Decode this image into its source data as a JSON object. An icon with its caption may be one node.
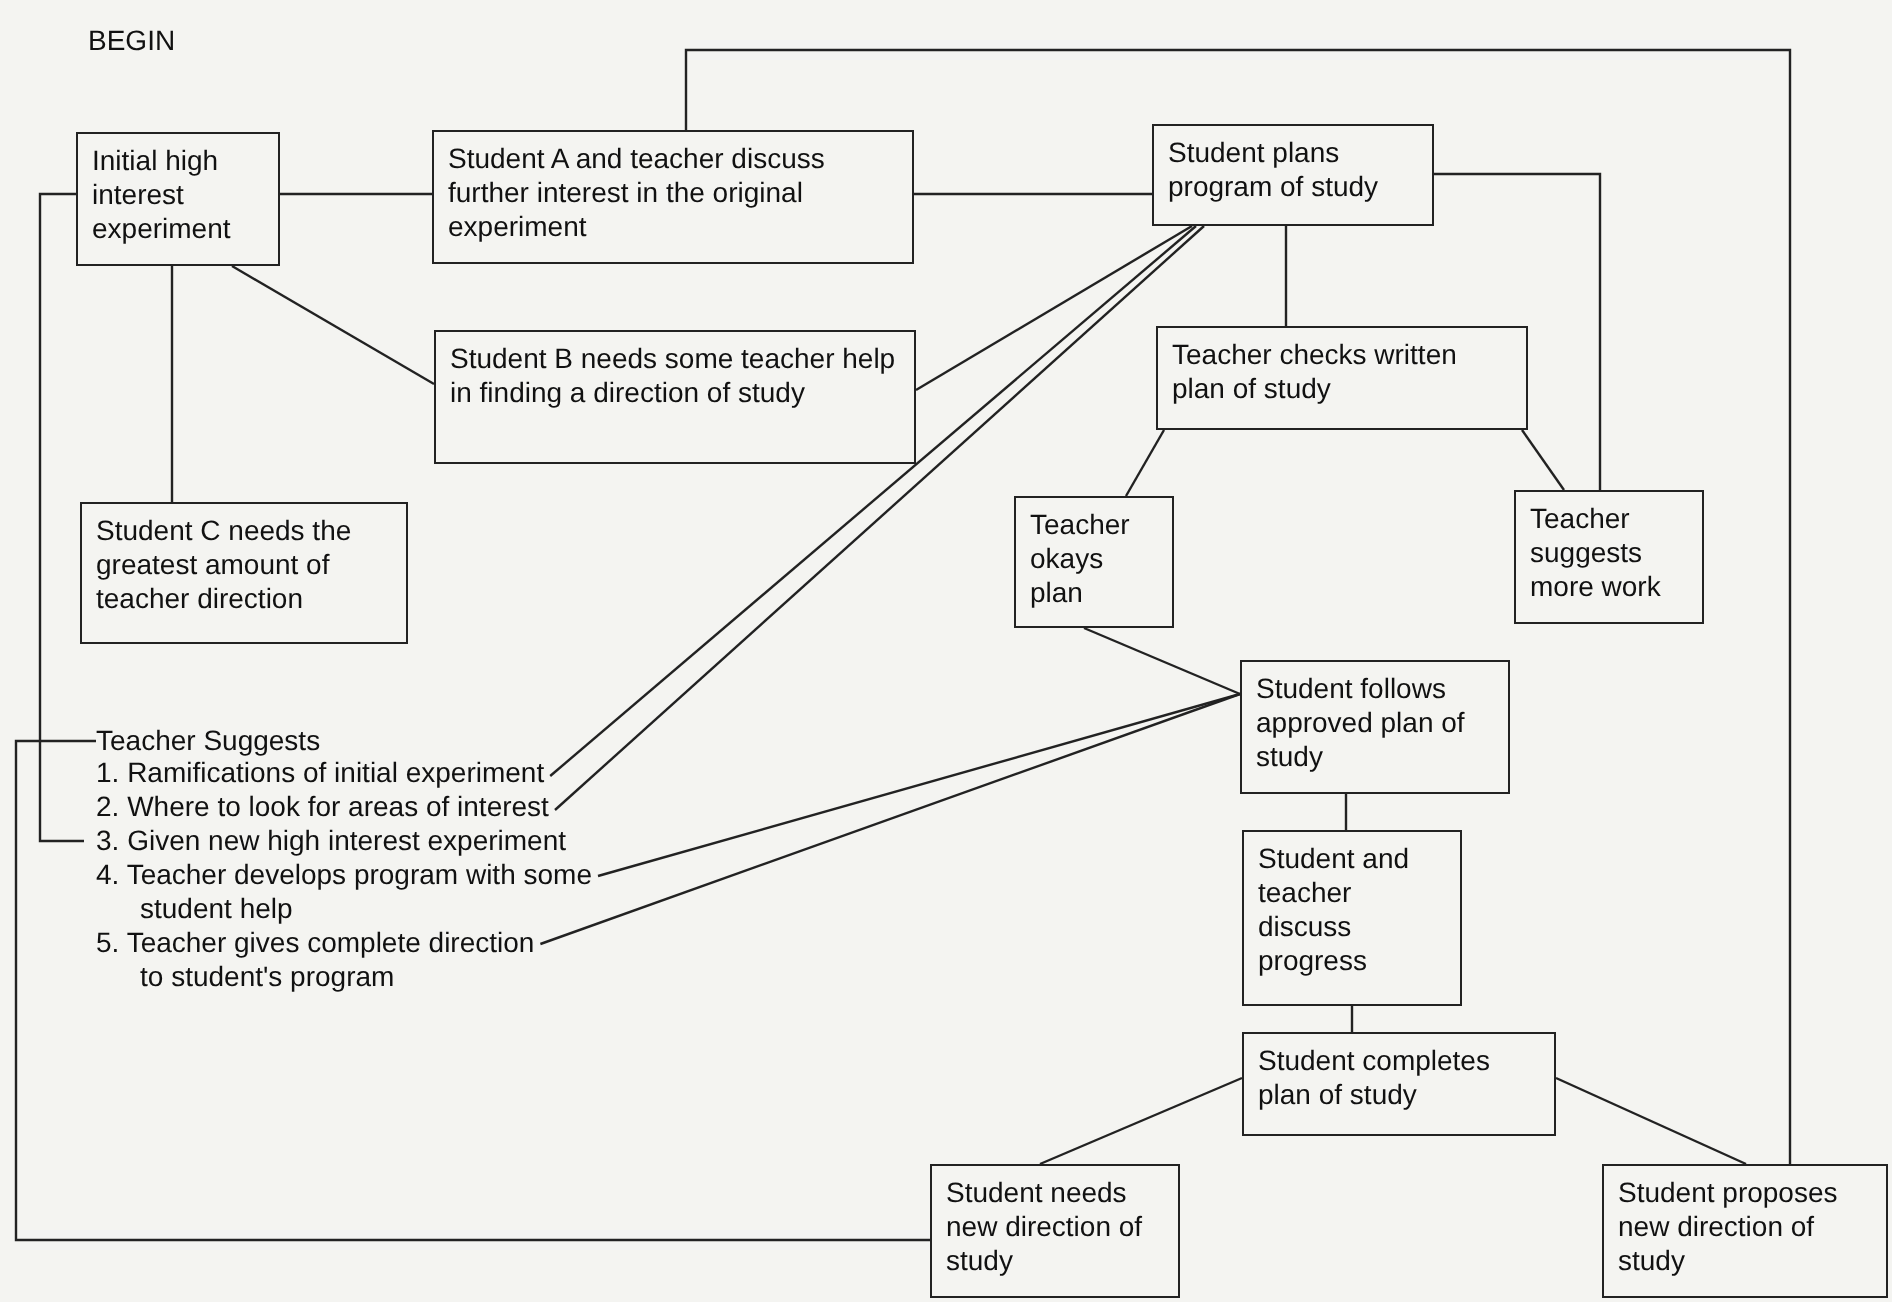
{
  "diagram": {
    "nodes": [
      {
        "text": [
          "Initial high interest experiment"
        ]
      },
      {
        "text": [
          "Student A and teacher discuss further interest in the original experiment"
        ]
      },
      {
        "text": [
          "Student B needs some teacher help in finding a direction of study"
        ]
      },
      {
        "text": [
          "Student C needs the greatest amount of teacher direction"
        ]
      },
      {
        "text": [
          "Teacher Suggests"
        ]
      },
      {
        "text": [
          "1. Ramifications of initial experiment"
        ]
      },
      {
        "text": [
          "2. Where to look for areas of interest"
        ]
      },
      {
        "text": [
          "3. Given new high interest experiment"
        ]
      },
      {
        "text": [
          "4. Teacher develops program with some student help"
        ]
      },
      {
        "text": [
          "5. Teacher gives complete direction to student's program"
        ]
      },
      {
        "text": [
          "Student plans program of study"
        ]
      },
      {
        "text": [
          "Teacher checks written plan of study"
        ]
      },
      {
        "text": [
          "Teacher okays plan"
        ]
      },
      {
        "text": [
          "Teacher suggests more work"
        ]
      },
      {
        "text": [
          "Student follows approved plan of study"
        ]
      },
      {
        "text": [
          "Student and teacher discuss progress"
        ]
      },
      {
        "text": [
          "Student completes plan of study"
        ]
      },
      {
        "text": [
          "Student needs new direction of study"
        ]
      },
      {
        "text": [
          "Student proposes new direction of study"
        ]
      }
    ],
    "edges": [
      {
        "from": 0,
        "to": 1,
        "arrow": "none"
      },
      {
        "from": 0,
        "to": 2,
        "arrow": "none"
      },
      {
        "from": 0,
        "to": 3,
        "arrow": "none"
      },
      {
        "from": 1,
        "to": 10,
        "arrow": "none"
      },
      {
        "from": 2,
        "to": 10,
        "arrow": "none"
      },
      {
        "from": 5,
        "to": 10,
        "arrow": "none"
      },
      {
        "from": 6,
        "to": 10,
        "arrow": "none"
      },
      {
        "from": 10,
        "to": 11,
        "arrow": "none"
      },
      {
        "from": 11,
        "to": 12,
        "arrow": "none"
      },
      {
        "from": 11,
        "to": 13,
        "arrow": "none"
      },
      {
        "from": 10,
        "to": 13,
        "arrow": "none"
      },
      {
        "from": 12,
        "to": 14,
        "arrow": "none"
      },
      {
        "from": 8,
        "to": 14,
        "arrow": "none"
      },
      {
        "from": 9,
        "to": 14,
        "arrow": "none"
      },
      {
        "from": 14,
        "to": 15,
        "arrow": "none"
      },
      {
        "from": 15,
        "to": 16,
        "arrow": "none"
      },
      {
        "from": 16,
        "to": 17,
        "arrow": "none"
      },
      {
        "from": 16,
        "to": 18,
        "arrow": "none"
      },
      {
        "from": 18,
        "to": 1,
        "arrow": "none"
      },
      {
        "from": 17,
        "to": 4,
        "arrow": "none"
      },
      {
        "from": 0,
        "to": 7,
        "arrow": "none"
      }
    ],
    "labels": [
      "BEGIN"
    ]
  }
}
